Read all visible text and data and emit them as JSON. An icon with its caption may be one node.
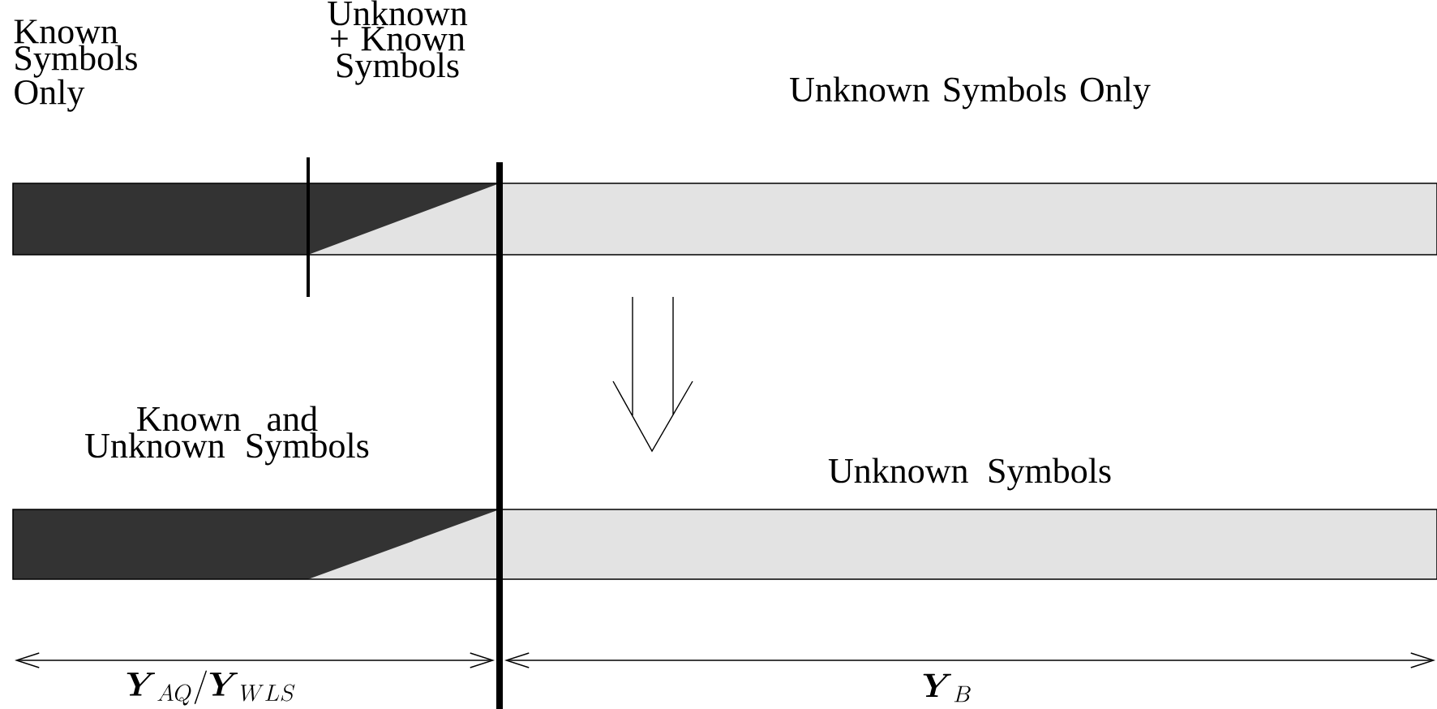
{
  "diagram": {
    "labels": [
      "Known Symbols Only",
      "Unknown + Known Symbols",
      "Unknown Symbols Only",
      "Known and Unknown Symbols",
      "Unknown Symbols",
      "\\boldsymbol{Y}_{AQ}/\\boldsymbol{Y}_{WLS}",
      "\\boldsymbol{Y}_{B}"
    ]
  }
}
